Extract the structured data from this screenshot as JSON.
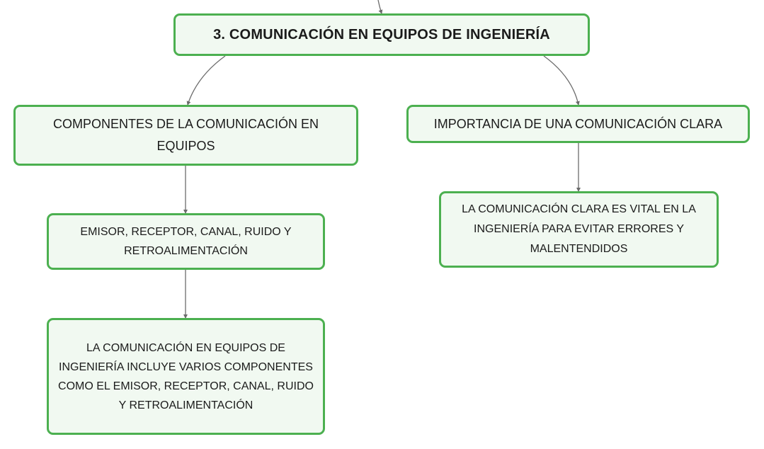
{
  "diagram": {
    "root": {
      "label": "3. COMUNICACIÓN EN EQUIPOS DE INGENIERÍA"
    },
    "nodes": {
      "components": {
        "label": "COMPONENTES DE LA COMUNICACIÓN EN EQUIPOS"
      },
      "importance": {
        "label": "IMPORTANCIA DE UNA COMUNICACIÓN CLARA"
      },
      "elements": {
        "label": "EMISOR, RECEPTOR, CANAL, RUIDO Y RETROALIMENTACIÓN"
      },
      "components_detail": {
        "label": "LA COMUNICACIÓN EN EQUIPOS DE INGENIERÍA INCLUYE VARIOS COMPONENTES COMO EL EMISOR, RECEPTOR, CANAL, RUIDO Y RETROALIMENTACIÓN"
      },
      "importance_detail": {
        "label": "LA COMUNICACIÓN CLARA ES VITAL EN LA INGENIERÍA PARA EVITAR ERRORES Y MALENTENDIDOS"
      }
    },
    "colors": {
      "node_border": "#4cb050",
      "node_fill": "#f1f9f1",
      "connector": "#6b6b6b",
      "text": "#1b1b1b"
    }
  }
}
